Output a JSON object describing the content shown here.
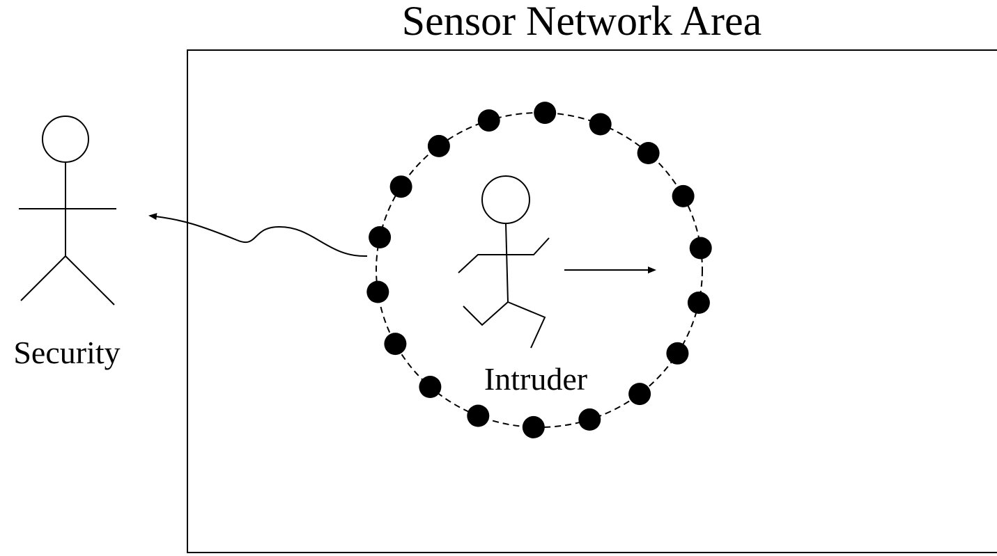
{
  "diagram": {
    "title": "Sensor Network Area",
    "security_label": "Security",
    "intruder_label": "Intruder",
    "sensor_count": 18,
    "colors": {
      "ink": "#000000",
      "background": "#ffffff",
      "sensor_fill": "#000000"
    },
    "icons": {
      "security": "stick-figure-standing",
      "intruder": "stick-figure-running",
      "alert": "wavy-arrow-left",
      "movement": "arrow-right"
    }
  }
}
